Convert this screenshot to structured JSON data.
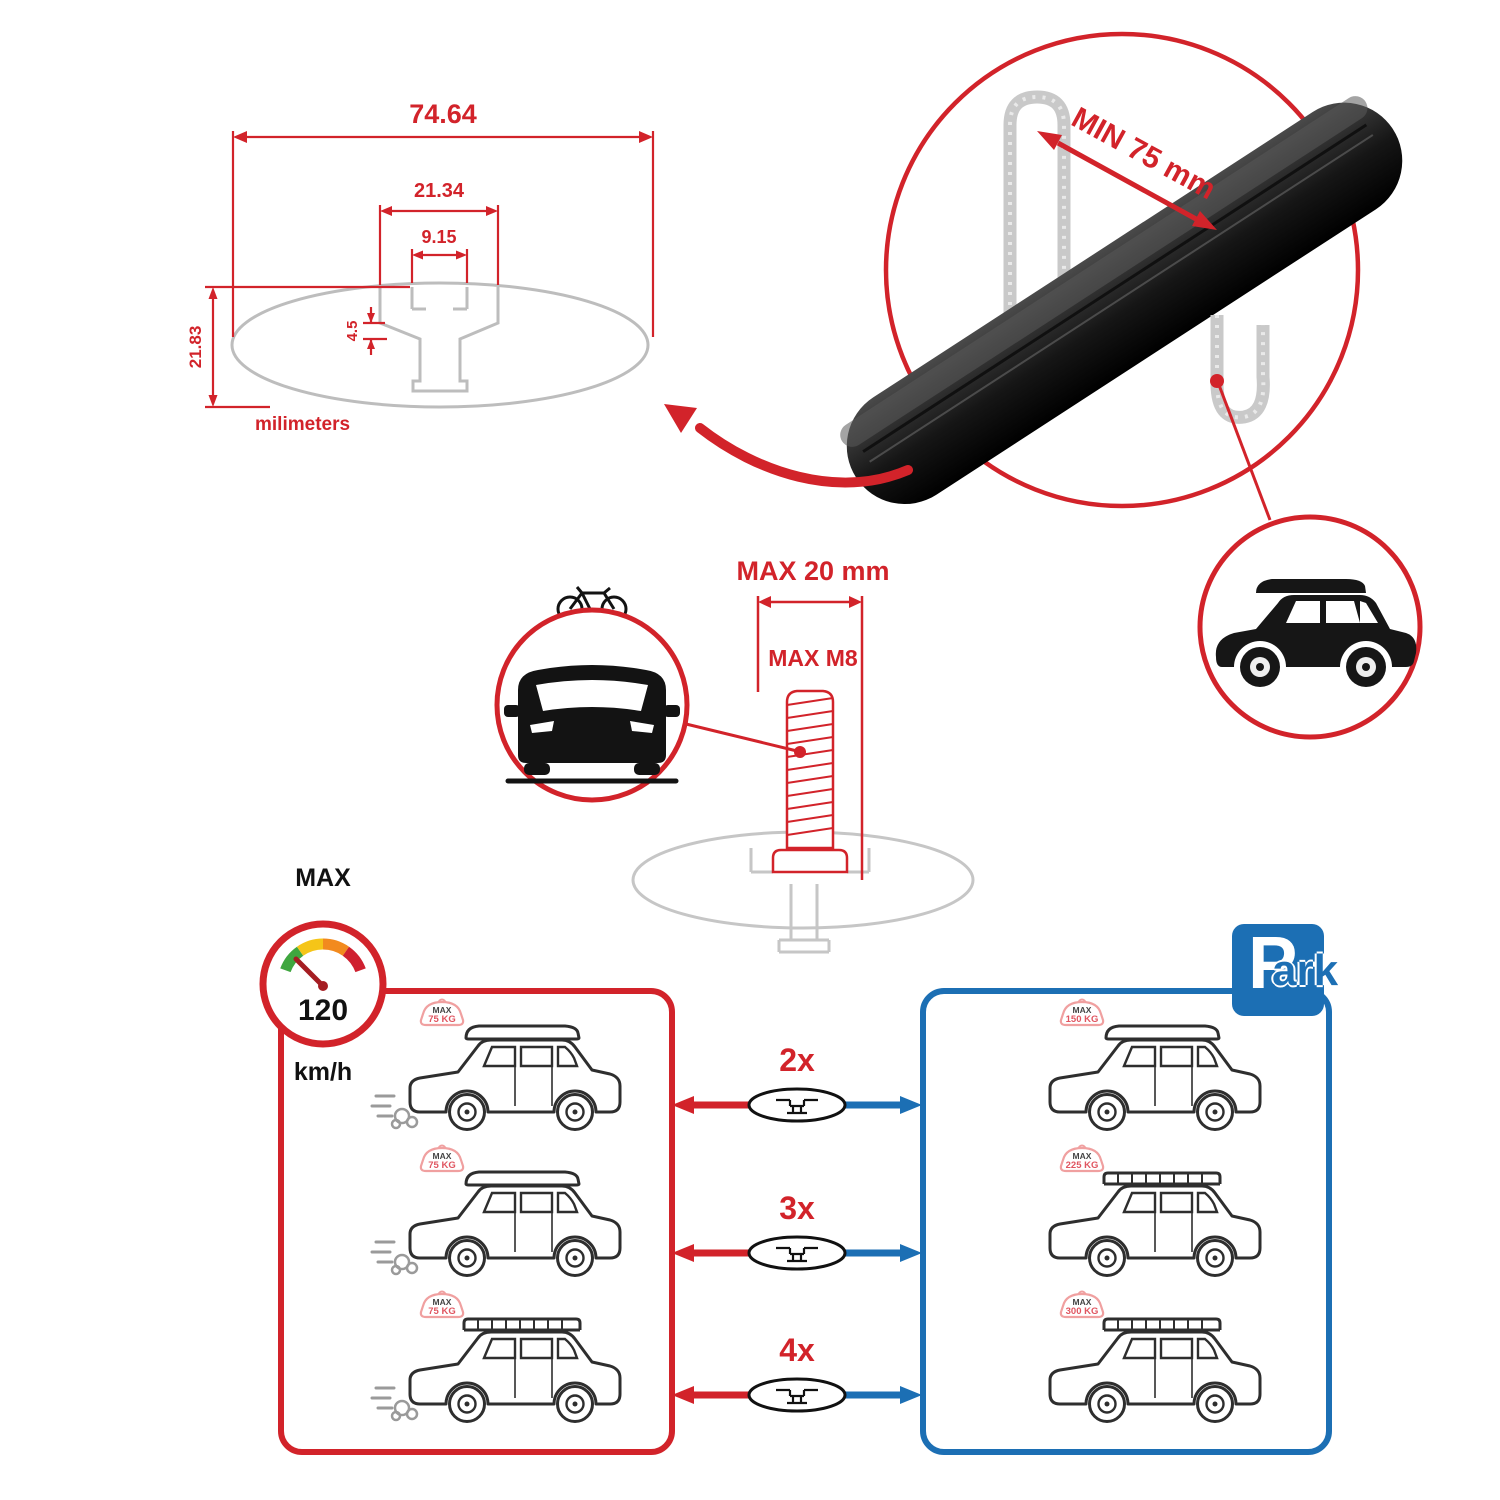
{
  "colors": {
    "accent_red": "#d2232a",
    "accent_blue": "#1c6fb4",
    "profile_grey": "#c6c6c6",
    "tag_pink": "#f0a0a0"
  },
  "dimension_diagram": {
    "total_width": "74.64",
    "slot_outer_width": "21.34",
    "slot_inner_width": "9.15",
    "lip_depth": "4.5",
    "profile_height": "21.83",
    "unit_label": "milimeters"
  },
  "crossbar_detail": {
    "min_clamp_span_label": "MIN 75 mm"
  },
  "bolt_diagram": {
    "max_width_label": "MAX 20 mm",
    "max_bolt_label": "MAX M8"
  },
  "speed_limit": {
    "heading": "MAX",
    "value": "120",
    "unit": "km/h"
  },
  "park_sign": {
    "letter": "P",
    "suffix": "ark"
  },
  "comparison": {
    "rows": [
      {
        "qty": "2x",
        "left_max": "MAX",
        "left_load": "75 KG",
        "right_max": "MAX",
        "right_load": "150 KG"
      },
      {
        "qty": "3x",
        "left_max": "MAX",
        "left_load": "75 KG",
        "right_max": "MAX",
        "right_load": "225 KG"
      },
      {
        "qty": "4x",
        "left_max": "MAX",
        "left_load": "75 KG",
        "right_max": "MAX",
        "right_load": "300 KG"
      }
    ]
  }
}
